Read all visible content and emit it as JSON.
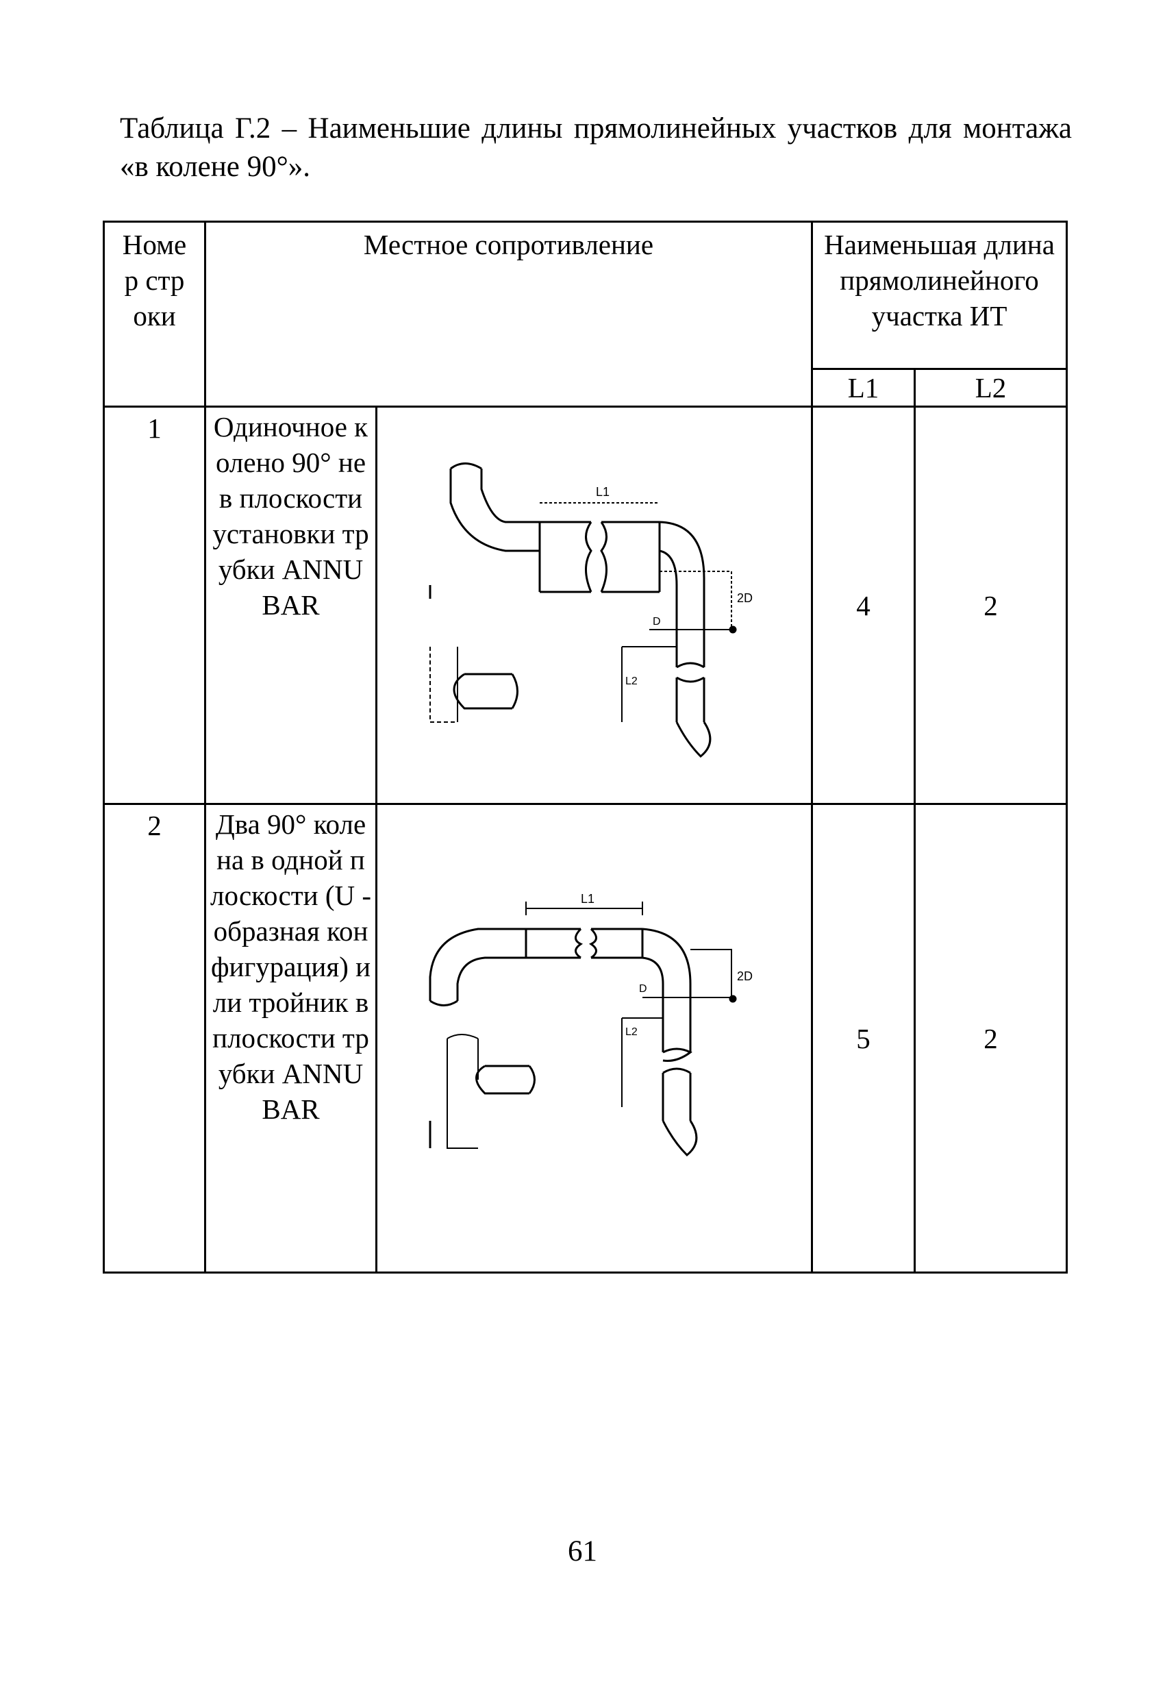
{
  "caption": "Таблица Г.2 – Наименьшие длины прямолинейных участков для монтажа «в колене 90°».",
  "table": {
    "header": {
      "num": "Номер строки",
      "resistance": "Местное сопротивление",
      "min_length": "Наименьшая длина прямолинейного участка ИТ",
      "l1": "L1",
      "l2": "L2"
    },
    "rows": [
      {
        "num": "1",
        "description": "Одиночное колено 90° не в плоскости установки трубки ANNUBAR",
        "l1": "4",
        "l2": "2",
        "diagram_labels": {
          "upper": "L1",
          "dim": "2D",
          "small": "D",
          "lower": "L2"
        }
      },
      {
        "num": "2",
        "description": "Два 90° колена в одной плоскости (U - образная конфигурация) или тройник в плоскости трубки ANNUBAR",
        "l1": "5",
        "l2": "2",
        "diagram_labels": {
          "upper": "L1",
          "dim": "2D",
          "small": "D",
          "lower": "L2"
        }
      }
    ]
  },
  "page_number": "61"
}
